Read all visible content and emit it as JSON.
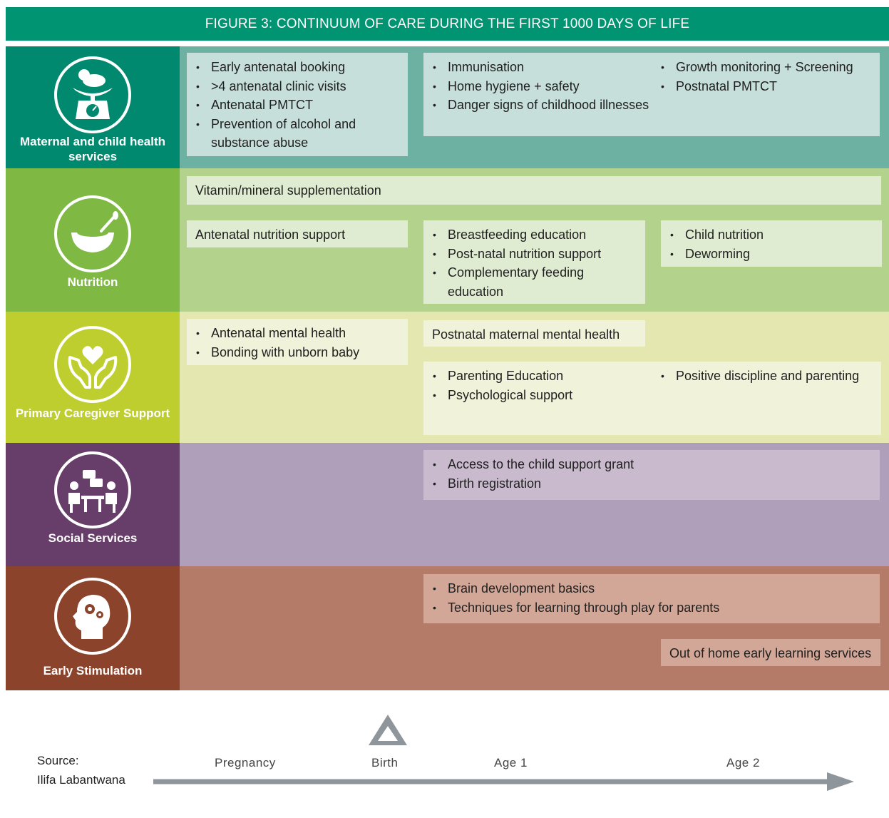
{
  "title": "FIGURE 3: CONTINUUM OF CARE DURING THE FIRST 1000 DAYS OF LIFE",
  "colors": {
    "title_bar": "#009473",
    "maternal_side": "#00896F",
    "maternal_panel": "#6DB1A3",
    "maternal_box": "#C7DFDA",
    "nutrition_side": "#7FB842",
    "nutrition_panel": "#B3D28C",
    "nutrition_box": "#E0ECD2",
    "caregiver_side": "#BFCE2F",
    "caregiver_panel": "#E4E8B0",
    "caregiver_box": "#F0F2D9",
    "social_side": "#673E6A",
    "social_panel": "#B09FBA",
    "social_box": "#C9BACE",
    "stimulation_side": "#8C432C",
    "stimulation_panel": "#B47B69",
    "stimulation_box": "#D2A797",
    "arrow": "#8E969C"
  },
  "rows": {
    "maternal": {
      "label": "Maternal and child health services",
      "icon": "baby-scale-icon",
      "box1": [
        "Early antenatal booking",
        ">4 antenatal clinic visits",
        "Antenatal PMTCT",
        "Prevention of alcohol and substance abuse"
      ],
      "box2_left": [
        "Immunisation",
        "Home hygiene + safety",
        "Danger signs of childhood illnesses"
      ],
      "box2_right": [
        "Growth monitoring + Screening",
        "Postnatal PMTCT"
      ]
    },
    "nutrition": {
      "label": "Nutrition",
      "icon": "bowl-icon",
      "wide": "Vitamin/mineral supplementation",
      "antenatal": "Antenatal nutrition support",
      "mid": [
        "Breastfeeding education",
        "Post-natal nutrition support",
        "Complementary feeding education"
      ],
      "right": [
        "Child nutrition",
        "Deworming"
      ]
    },
    "caregiver": {
      "label": "Primary Caregiver Support",
      "icon": "hands-heart-icon",
      "left": [
        "Antenatal mental health",
        "Bonding with unborn baby"
      ],
      "postnatal": "Postnatal maternal mental health",
      "lower_left": [
        "Parenting Education",
        "Psychological support"
      ],
      "lower_right": [
        "Positive discipline and parenting"
      ]
    },
    "social": {
      "label": "Social Services",
      "icon": "meeting-icon",
      "box": [
        "Access to the child support grant",
        "Birth registration"
      ]
    },
    "stimulation": {
      "label": "Early Stimulation",
      "icon": "head-gears-icon",
      "box": [
        "Brain development basics",
        "Techniques for learning through play for parents"
      ],
      "out_of_home": "Out of home early learning services"
    }
  },
  "timeline": {
    "source_label": "Source:",
    "source_name": "Ilifa Labantwana",
    "ticks": [
      "Pregnancy",
      "Birth",
      "Age 1",
      "Age 2"
    ],
    "marker_icon": "triangle-marker-icon"
  }
}
